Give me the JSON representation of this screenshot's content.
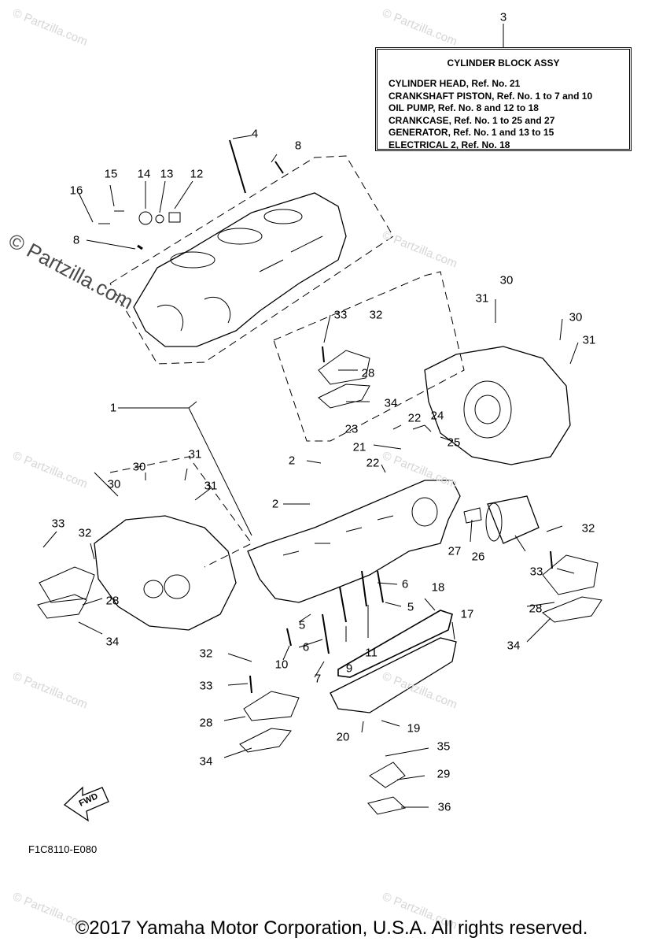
{
  "watermark": "© Partzilla.com",
  "info_box": {
    "callout": "3",
    "title": "CYLINDER BLOCK ASSY",
    "lines": [
      "CYLINDER HEAD, Ref. No. 21",
      "CRANKSHAFT PISTON,  Ref. No. 1 to 7 and 10",
      "OIL PUMP, Ref. No. 8 and 12 to 18",
      "CRANKCASE,  Ref. No. 1 to 25 and 27",
      "GENERATOR,  Ref. No. 1 and 13 to 15",
      "ELECTRICAL 2, Ref. No. 18"
    ]
  },
  "callouts": [
    "4",
    "8",
    "15",
    "14",
    "13",
    "12",
    "16",
    "8",
    "1",
    "30",
    "31",
    "30",
    "31",
    "33",
    "32",
    "28",
    "34",
    "23",
    "22",
    "24",
    "21",
    "25",
    "22",
    "2",
    "2",
    "30",
    "31",
    "30",
    "31",
    "33",
    "32",
    "28",
    "34",
    "18",
    "17",
    "6",
    "5",
    "5",
    "6",
    "9",
    "11",
    "10",
    "7",
    "27",
    "26",
    "32",
    "33",
    "28",
    "34",
    "32",
    "33",
    "28",
    "34",
    "20",
    "19",
    "35",
    "29",
    "36"
  ],
  "fwd_label": "FWD",
  "diagram_code": "F1C8110-E080",
  "copyright": "©2017 Yamaha Motor Corporation, U.S.A. All rights reserved."
}
